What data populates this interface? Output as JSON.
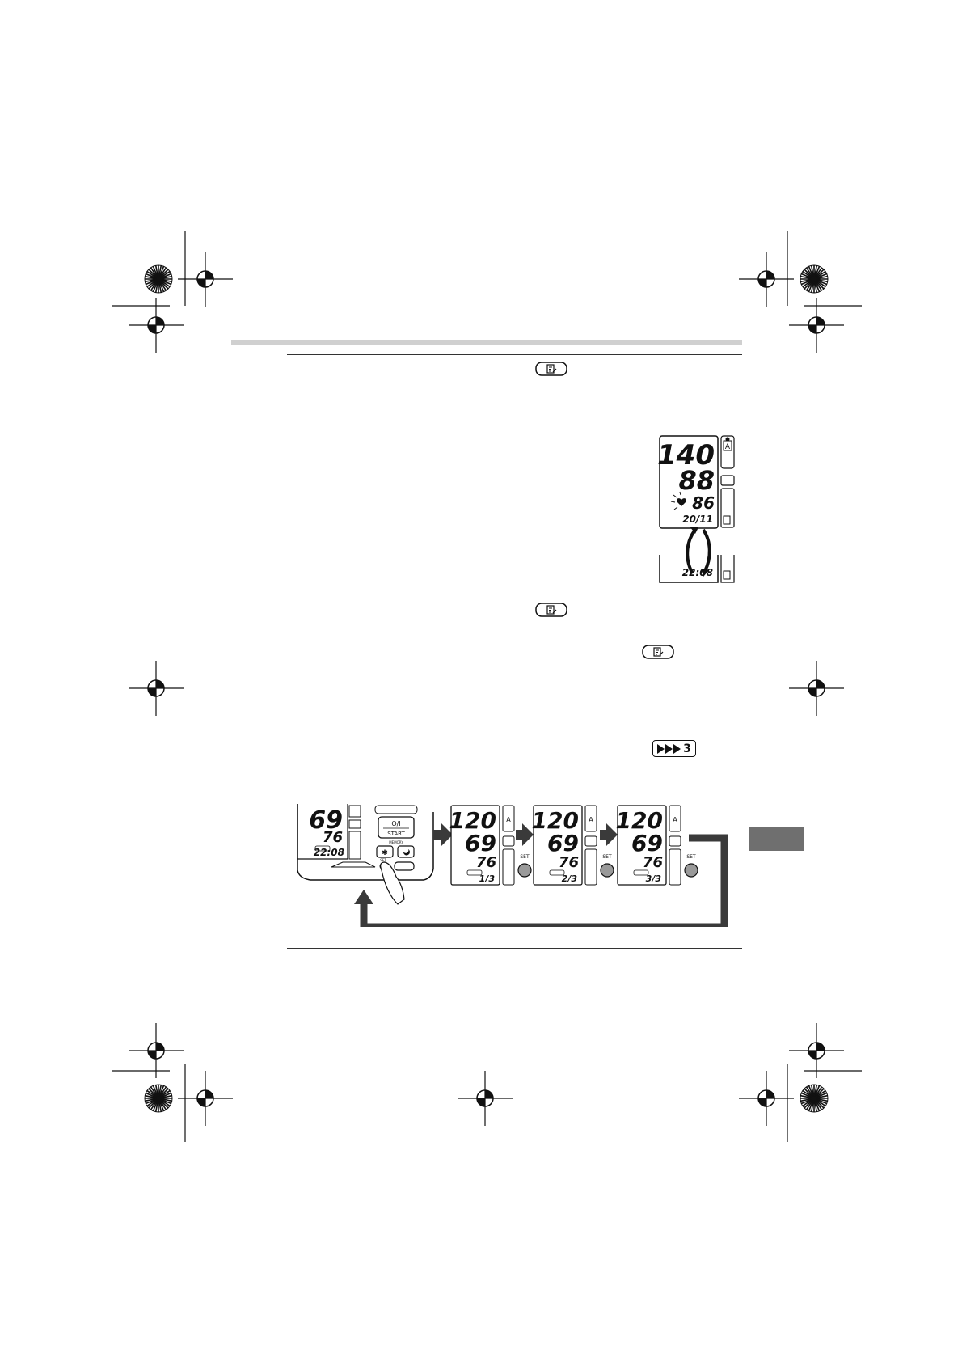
{
  "page": {
    "memory_button_icon": "memory-button-icon",
    "triple_measure_icon": "triple-measure-icon",
    "triple_measure_label": "3"
  },
  "display_example": {
    "systolic": "140",
    "diastolic": "88",
    "pulse": "86",
    "date": "20/11",
    "time": "22:08",
    "user": "A"
  },
  "sequence": {
    "device": {
      "diastolic": "69",
      "pulse": "76",
      "time": "22:08",
      "power_start_top": "O/I",
      "power_start_bottom": "START",
      "memory_label": "MEMORY",
      "set_label": "SET"
    },
    "screens": [
      {
        "systolic": "120",
        "diastolic": "69",
        "pulse": "76",
        "counter": "1/3",
        "user": "A",
        "set_label": "SET"
      },
      {
        "systolic": "120",
        "diastolic": "69",
        "pulse": "76",
        "counter": "2/3",
        "user": "A",
        "set_label": "SET"
      },
      {
        "systolic": "120",
        "diastolic": "69",
        "pulse": "76",
        "counter": "3/3",
        "user": "A",
        "set_label": "SET"
      }
    ]
  },
  "colors": {
    "header_bar": "#d0d0d0",
    "tab": "#6f6f6f",
    "arrow": "#3a3a3a",
    "button_fill": "#9a9a9a"
  }
}
